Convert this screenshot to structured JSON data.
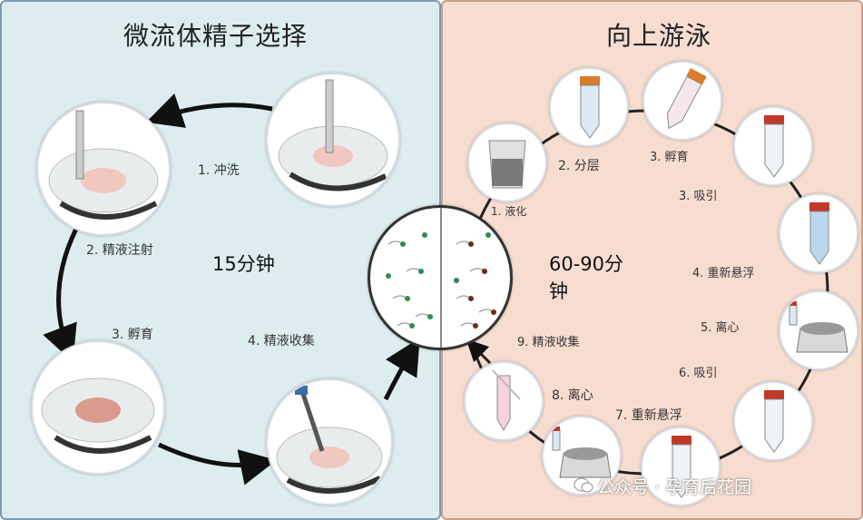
{
  "left": {
    "title": "微流体精子选择",
    "steps": [
      "1. 冲洗",
      "2. 精液注射",
      "3. 孵育",
      "4. 精液收集"
    ],
    "time": "15分钟"
  },
  "right": {
    "title": "向上游泳",
    "steps": [
      "1. 液化",
      "2. 分层",
      "3. 孵育",
      "3. 吸引",
      "4. 重新悬浮",
      "5. 离心",
      "6. 吸引",
      "7. 重新悬浮",
      "8. 离心",
      "9. 精液收集"
    ],
    "time_line1": "60-90分",
    "time_line2": "钟"
  },
  "watermark": {
    "text": "公众号 · 孕育后花园",
    "icon": "wechat-icon"
  },
  "colors": {
    "left_bg": "#ddecee",
    "right_bg": "#f7ddd0",
    "arrow": "#111111",
    "tube_cap": "#c0392b"
  }
}
